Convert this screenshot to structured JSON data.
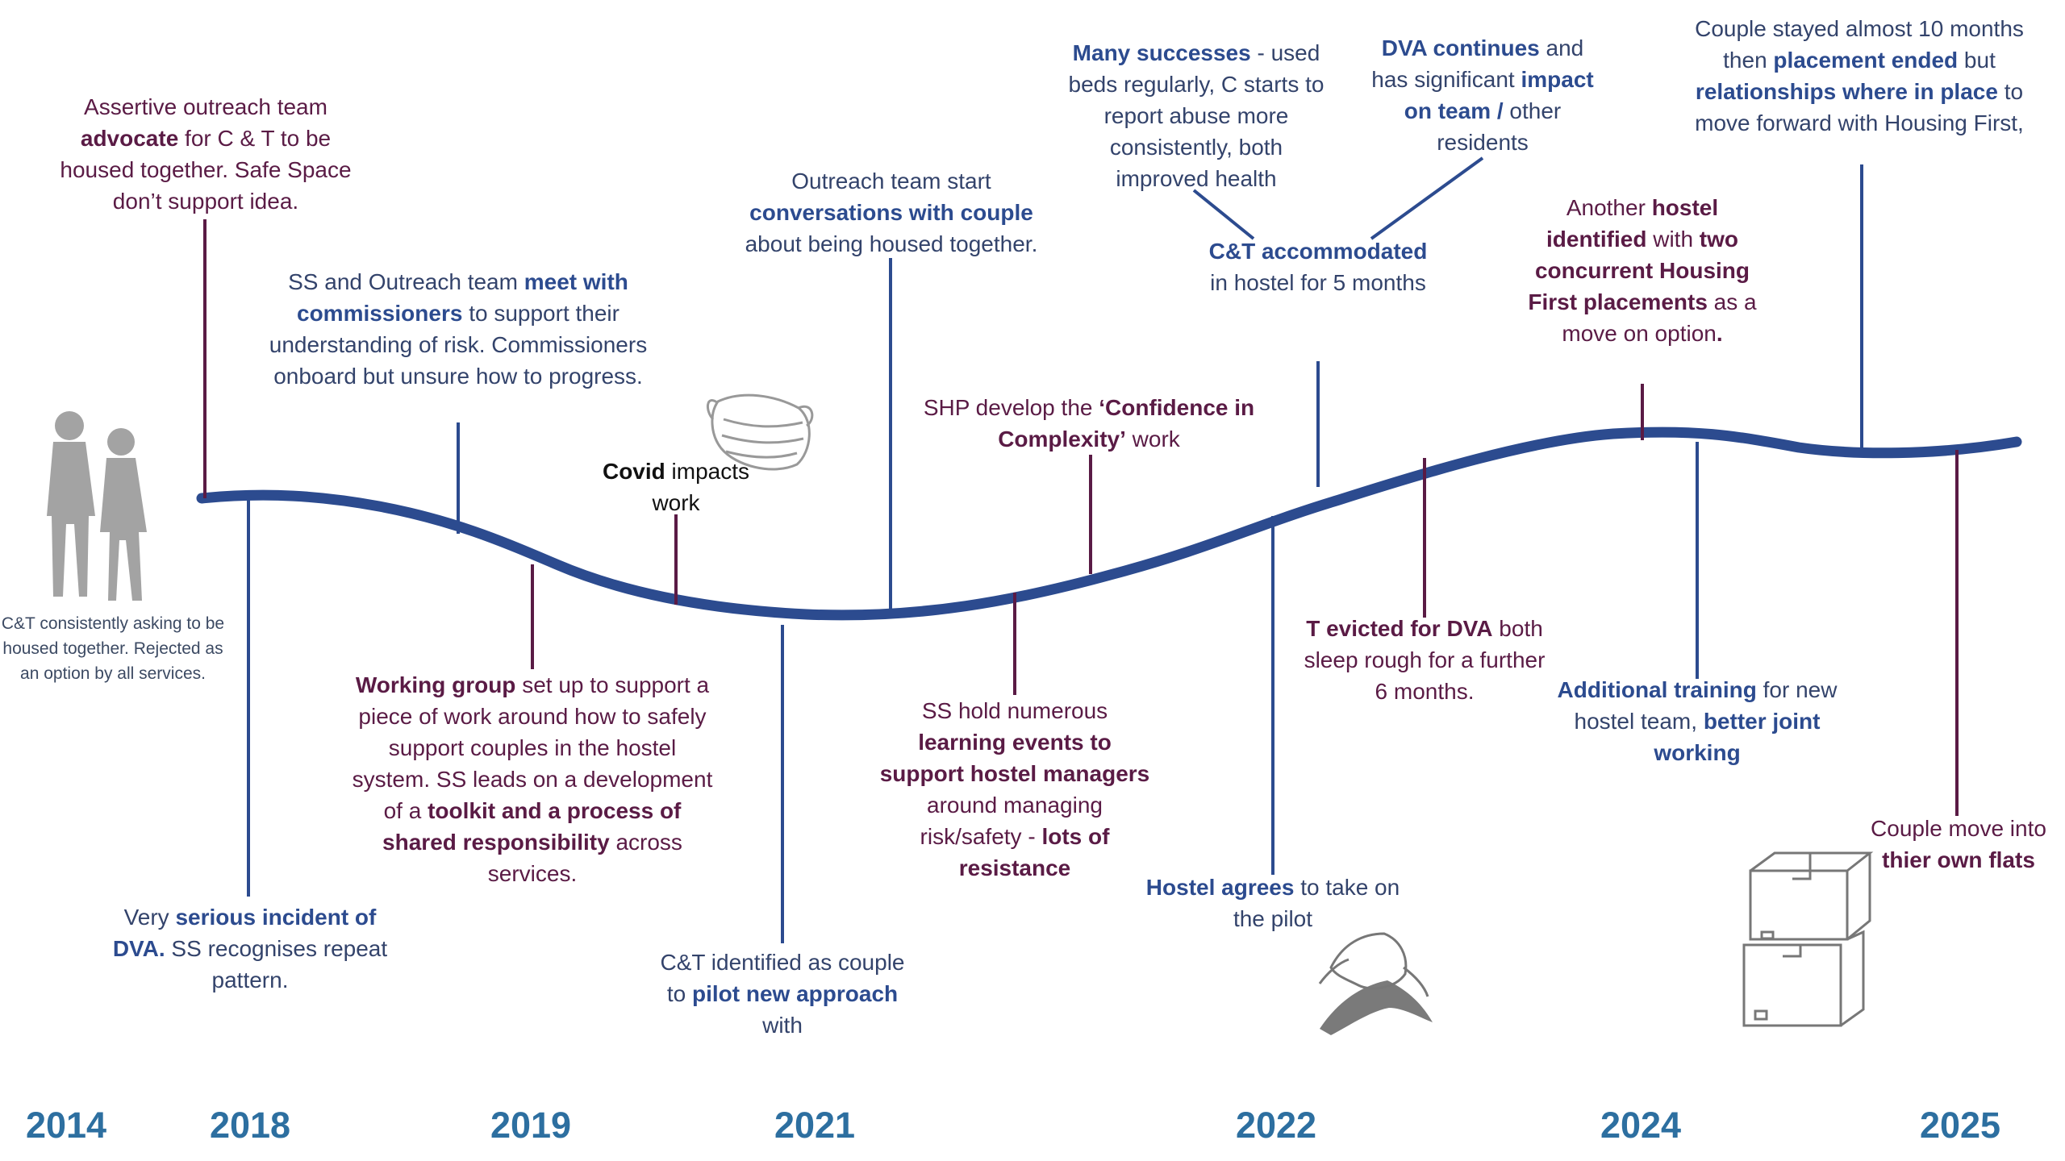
{
  "colors": {
    "navy": "#2c4b8f",
    "plum": "#5a1b45",
    "year_blue": "#2d6fa0",
    "text_slate": "#33436b",
    "icon_grey": "#9a9a9a"
  },
  "side_note": {
    "text": "C&T consistently asking to be housed together. Rejected as an option by all services."
  },
  "years": [
    "2014",
    "2018",
    "2019",
    "2021",
    "2022",
    "2024",
    "2025"
  ],
  "events": [
    {
      "id": "e1",
      "parts": [
        [
          "Assertive outreach team ",
          0
        ],
        [
          "advocate",
          1
        ],
        [
          " for C & T to be housed together. Safe Space don’t support idea.",
          0
        ]
      ]
    },
    {
      "id": "e2",
      "parts": [
        [
          "Very ",
          0
        ],
        [
          "serious incident of DVA.",
          1
        ],
        [
          " SS recognises repeat pattern.",
          0
        ]
      ]
    },
    {
      "id": "e3",
      "parts": [
        [
          "SS and Outreach team ",
          0
        ],
        [
          "meet with commissioners",
          1
        ],
        [
          " to support their understanding of risk. Commissioners onboard but unsure how to progress.",
          0
        ]
      ]
    },
    {
      "id": "e4",
      "parts": [
        [
          "Working group",
          1
        ],
        [
          " set up to support a piece of work around how to safely support couples in the hostel system. SS leads on a development of a ",
          0
        ],
        [
          "toolkit and a process of shared responsibility",
          1
        ],
        [
          " across services.",
          0
        ]
      ]
    },
    {
      "id": "e5",
      "parts": [
        [
          "Covid",
          1
        ],
        [
          " impacts work",
          0
        ]
      ]
    },
    {
      "id": "e6",
      "parts": [
        [
          "Outreach team start ",
          0
        ],
        [
          "conversations with couple",
          1
        ],
        [
          " about being housed together.",
          0
        ]
      ]
    },
    {
      "id": "e7",
      "parts": [
        [
          "C&T identified as couple to ",
          0
        ],
        [
          "pilot new approach",
          1
        ],
        [
          " with",
          0
        ]
      ]
    },
    {
      "id": "e8",
      "parts": [
        [
          "SHP develop the ",
          0
        ],
        [
          "‘Confidence in Complexity’",
          1
        ],
        [
          " work",
          0
        ]
      ]
    },
    {
      "id": "e9",
      "parts": [
        [
          "SS hold numerous ",
          0
        ],
        [
          "learning events to support hostel managers",
          1
        ],
        [
          " around managing risk/safety - ",
          0
        ],
        [
          "lots of resistance",
          1
        ]
      ]
    },
    {
      "id": "e10",
      "parts": [
        [
          "Many successes",
          1
        ],
        [
          " - used beds regularly, C starts to report abuse more consistently, both improved health",
          0
        ]
      ]
    },
    {
      "id": "e11",
      "parts": [
        [
          "C&T accommodated",
          1
        ],
        [
          " in hostel for 5 months",
          0
        ]
      ]
    },
    {
      "id": "e12",
      "parts": [
        [
          "DVA continues",
          1
        ],
        [
          " and has significant ",
          0
        ],
        [
          "impact on team /",
          1
        ],
        [
          " other residents",
          0
        ]
      ]
    },
    {
      "id": "e13",
      "parts": [
        [
          "Hostel agrees",
          1
        ],
        [
          " to take on the pilot",
          0
        ]
      ]
    },
    {
      "id": "e14",
      "parts": [
        [
          "T evicted for DVA",
          1
        ],
        [
          " both sleep rough for a further 6 months.",
          0
        ]
      ]
    },
    {
      "id": "e15",
      "parts": [
        [
          "Another ",
          0
        ],
        [
          "hostel identified",
          1
        ],
        [
          " with ",
          0
        ],
        [
          "two concurrent Housing First placements",
          1
        ],
        [
          " as a move on option",
          0
        ],
        [
          ".",
          1
        ]
      ]
    },
    {
      "id": "e16",
      "parts": [
        [
          "Couple stayed almost 10 months then ",
          0
        ],
        [
          "placement ended",
          1
        ],
        [
          " but ",
          0
        ],
        [
          "relationships where in place",
          1
        ],
        [
          " to move forward with Housing First,",
          0
        ]
      ]
    },
    {
      "id": "e17",
      "parts": [
        [
          "Additional training",
          1
        ],
        [
          " for new hostel team, ",
          0
        ],
        [
          "better joint working",
          1
        ]
      ]
    },
    {
      "id": "e18",
      "parts": [
        [
          "Couple move into ",
          0
        ],
        [
          "thier own flats",
          1
        ]
      ]
    }
  ]
}
